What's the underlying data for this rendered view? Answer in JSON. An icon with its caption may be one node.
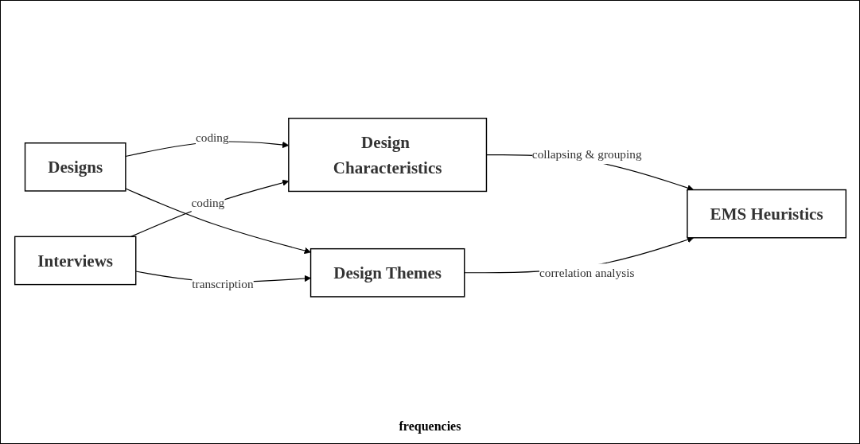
{
  "diagram": {
    "nodes": [
      {
        "text": [
          "Designs"
        ]
      },
      {
        "text": [
          "Design Characteristics"
        ]
      },
      {
        "text": [
          "Interviews"
        ]
      },
      {
        "text": [
          "Design Themes"
        ]
      },
      {
        "text": [
          "EMS Heuristics"
        ]
      }
    ],
    "edges": [
      {
        "from": 0,
        "to": 1,
        "arrow": "to",
        "label": "coding"
      },
      {
        "from": 0,
        "to": 3,
        "arrow": "to"
      },
      {
        "from": 2,
        "to": 1,
        "arrow": "to",
        "label": "coding"
      },
      {
        "from": 2,
        "to": 3,
        "arrow": "to",
        "label": "transcription"
      },
      {
        "from": 1,
        "to": 4,
        "arrow": "to",
        "label": "collapsing & grouping"
      },
      {
        "from": 3,
        "to": 4,
        "arrow": "to",
        "label": "correlation analysis"
      }
    ],
    "labels": [
      "frequencies"
    ]
  }
}
